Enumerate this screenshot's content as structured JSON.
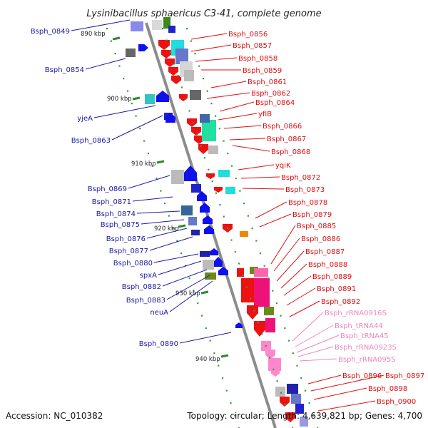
{
  "title": "Lysinibacillus sphaericus C3-41, complete genome",
  "footer": {
    "accession": "Accession: NC_010382",
    "summary": "Topology: circular; Length: 4,639,821 bp; Genes: 4,700"
  },
  "colors": {
    "backbone": "#8c8c8c",
    "left_label": "#1a1aa6",
    "right_label": "#e01010",
    "rna_label": "#ee88bb",
    "tick": "#2a8a2a"
  },
  "kbp_ticks": [
    "890 kbp",
    "900 kbp",
    "910 kbp",
    "920 kbp",
    "930 kbp",
    "940 kbp"
  ],
  "left_labels": [
    "Bsph_0849",
    "Bsph_0854",
    "yjeA",
    "Bsph_0863",
    "Bsph_0869",
    "Bsph_0871",
    "Bsph_0874",
    "Bsph_0875",
    "Bsph_0876",
    "Bsph_0877",
    "Bsph_0880",
    "spxA",
    "Bsph_0882",
    "Bsph_0883",
    "neuA",
    "Bsph_0890"
  ],
  "right_labels": [
    "Bsph_0856",
    "Bsph_0857",
    "Bsph_0858",
    "Bsph_0859",
    "Bsph_0861",
    "Bsph_0862",
    "Bsph_0864",
    "yfiB",
    "Bsph_0866",
    "Bsph_0867",
    "Bsph_0868",
    "yqiK",
    "Bsph_0872",
    "Bsph_0873",
    "Bsph_0878",
    "Bsph_0879",
    "Bsph_0885",
    "Bsph_0886",
    "Bsph_0887",
    "Bsph_0888",
    "Bsph_0889",
    "Bsph_0891",
    "Bsph_0892",
    "Bsph_0896",
    "Bsph_0897",
    "Bsph_0898",
    "Bsph_0900"
  ],
  "rna_labels": [
    "Bsph_rRNA0916S",
    "Bsph_tRNA44",
    "Bsph_tRNA45",
    "Bsph_rRNA0923S",
    "Bsph_rRNA095S"
  ]
}
